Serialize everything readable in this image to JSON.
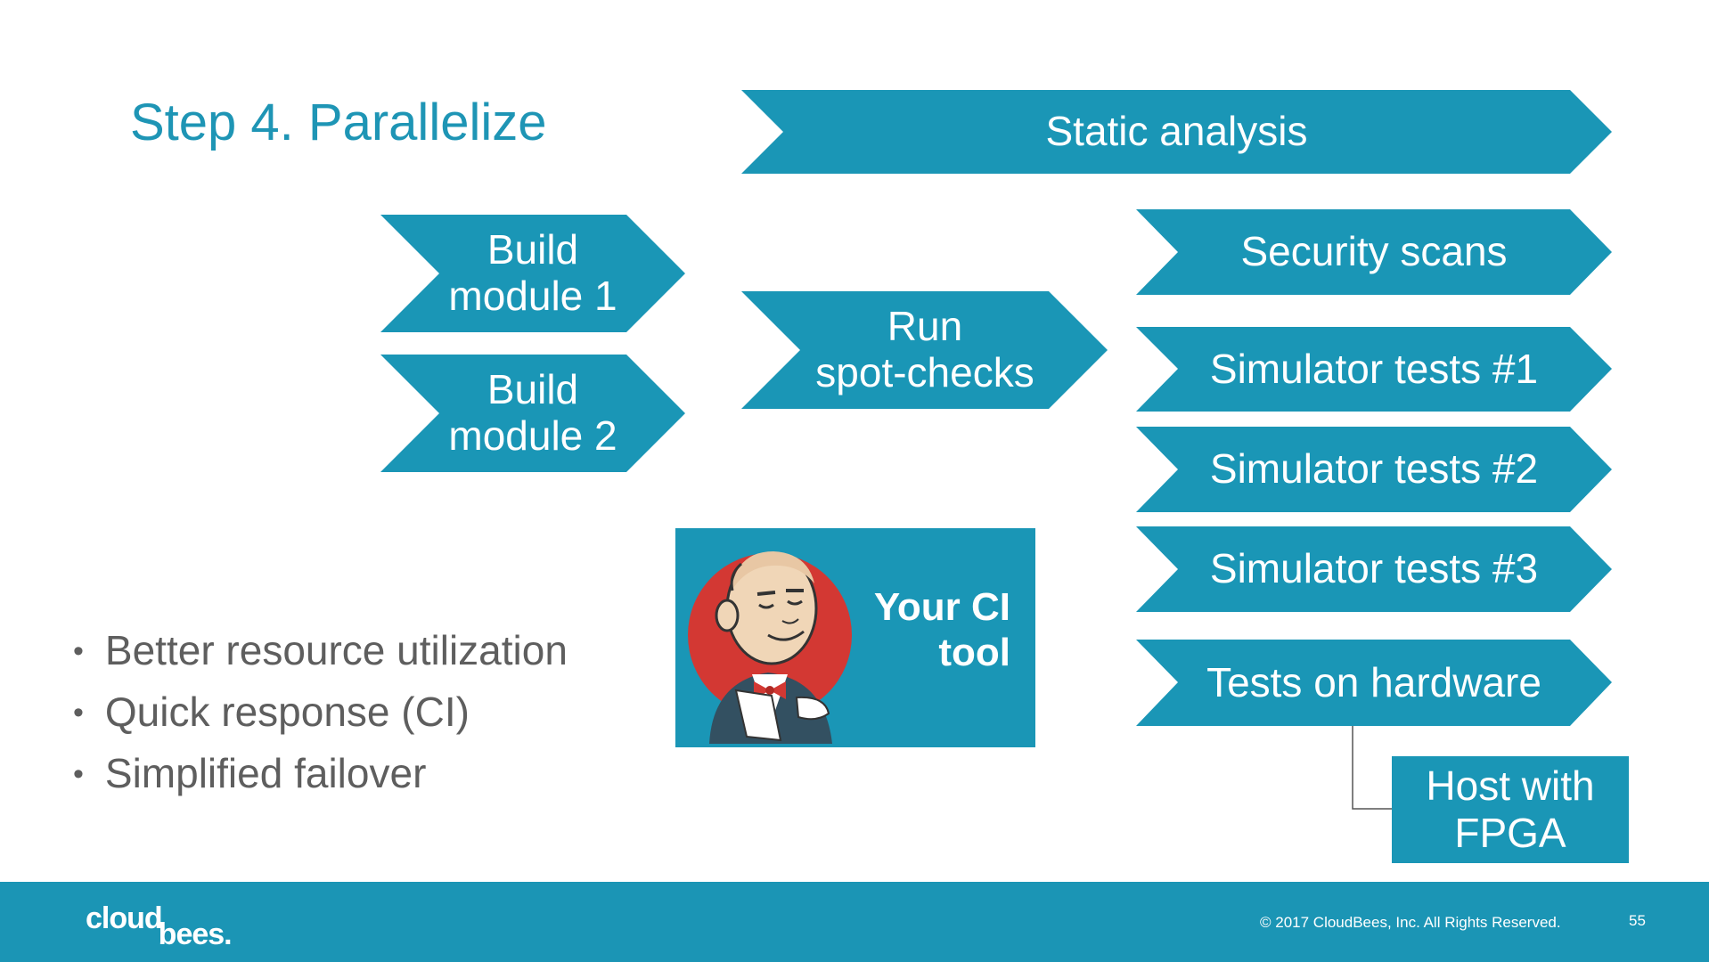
{
  "title": "Step 4. Parallelize",
  "colors": {
    "accent": "#1a96b6",
    "title": "#1e95b5",
    "bullet_text": "#5e5e5e"
  },
  "stages": {
    "static_analysis": "Static analysis",
    "build_module_1": "Build\nmodule 1",
    "build_module_2": "Build\nmodule 2",
    "run_spot_checks": "Run\nspot-checks",
    "security_scans": "Security scans",
    "simulator_tests_1": "Simulator tests #1",
    "simulator_tests_2": "Simulator tests #2",
    "simulator_tests_3": "Simulator tests #3",
    "tests_on_hardware": "Tests on hardware"
  },
  "ci_tool": {
    "label": "Your CI\ntool",
    "icon": "jenkins-butler-icon"
  },
  "host": {
    "label": "Host with\nFPGA"
  },
  "bullets": [
    "Better resource utilization",
    "Quick response (CI)",
    "Simplified failover"
  ],
  "footer": {
    "logo_top": "cloud",
    "logo_bottom": "bees.",
    "copyright": "© 2017 CloudBees, Inc. All Rights Reserved.",
    "page_number": "55"
  }
}
